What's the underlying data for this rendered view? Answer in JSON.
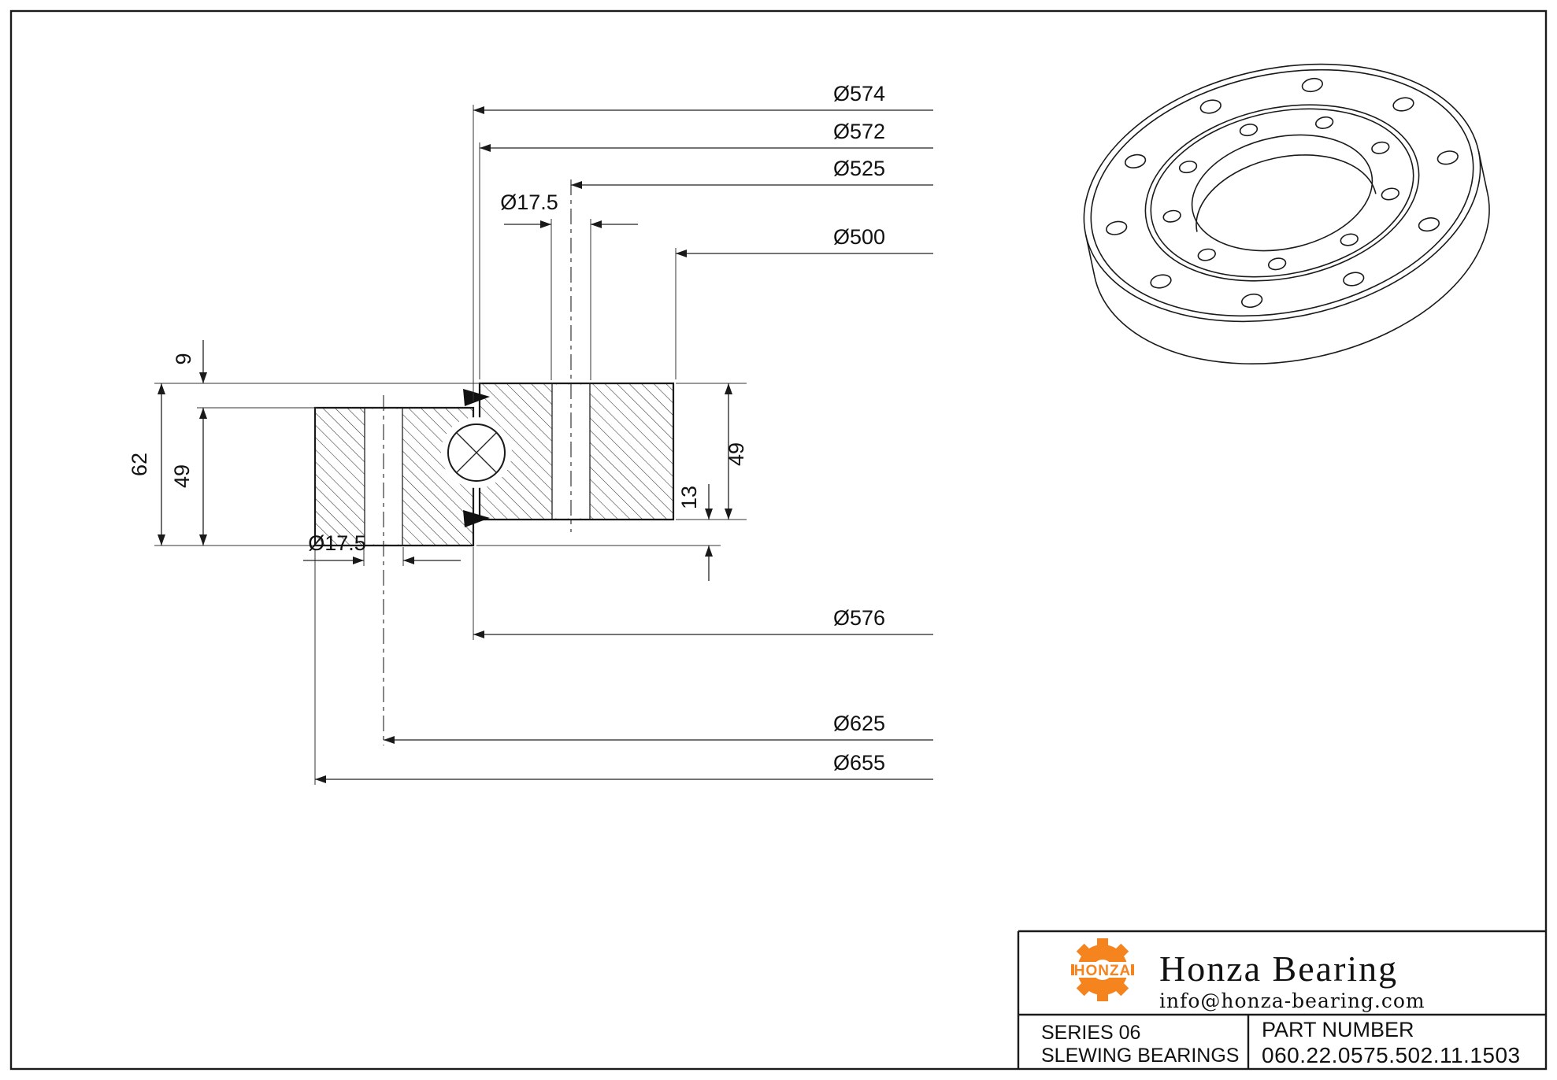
{
  "drawing": {
    "dims": {
      "d574": "Ø574",
      "d572": "Ø572",
      "d525": "Ø525",
      "d17_5_top": "Ø17.5",
      "d500": "Ø500",
      "d576": "Ø576",
      "d625": "Ø625",
      "d655": "Ø655",
      "d17_5_bottom": "Ø17.5",
      "h9": "9",
      "h62": "62",
      "h49_left": "49",
      "h49_right": "49",
      "h13": "13"
    }
  },
  "title_block": {
    "logo_text": "HONZA",
    "brand": "Honza Bearing",
    "email": "info@honza-bearing.com",
    "series_label": "SERIES 06",
    "series_sublabel": "SLEWING BEARINGS",
    "part_number_label": "PART NUMBER",
    "part_number": "060.22.0575.502.11.1503"
  },
  "colors": {
    "line": "#1a1a1a",
    "logo_orange": "#f5831e"
  }
}
